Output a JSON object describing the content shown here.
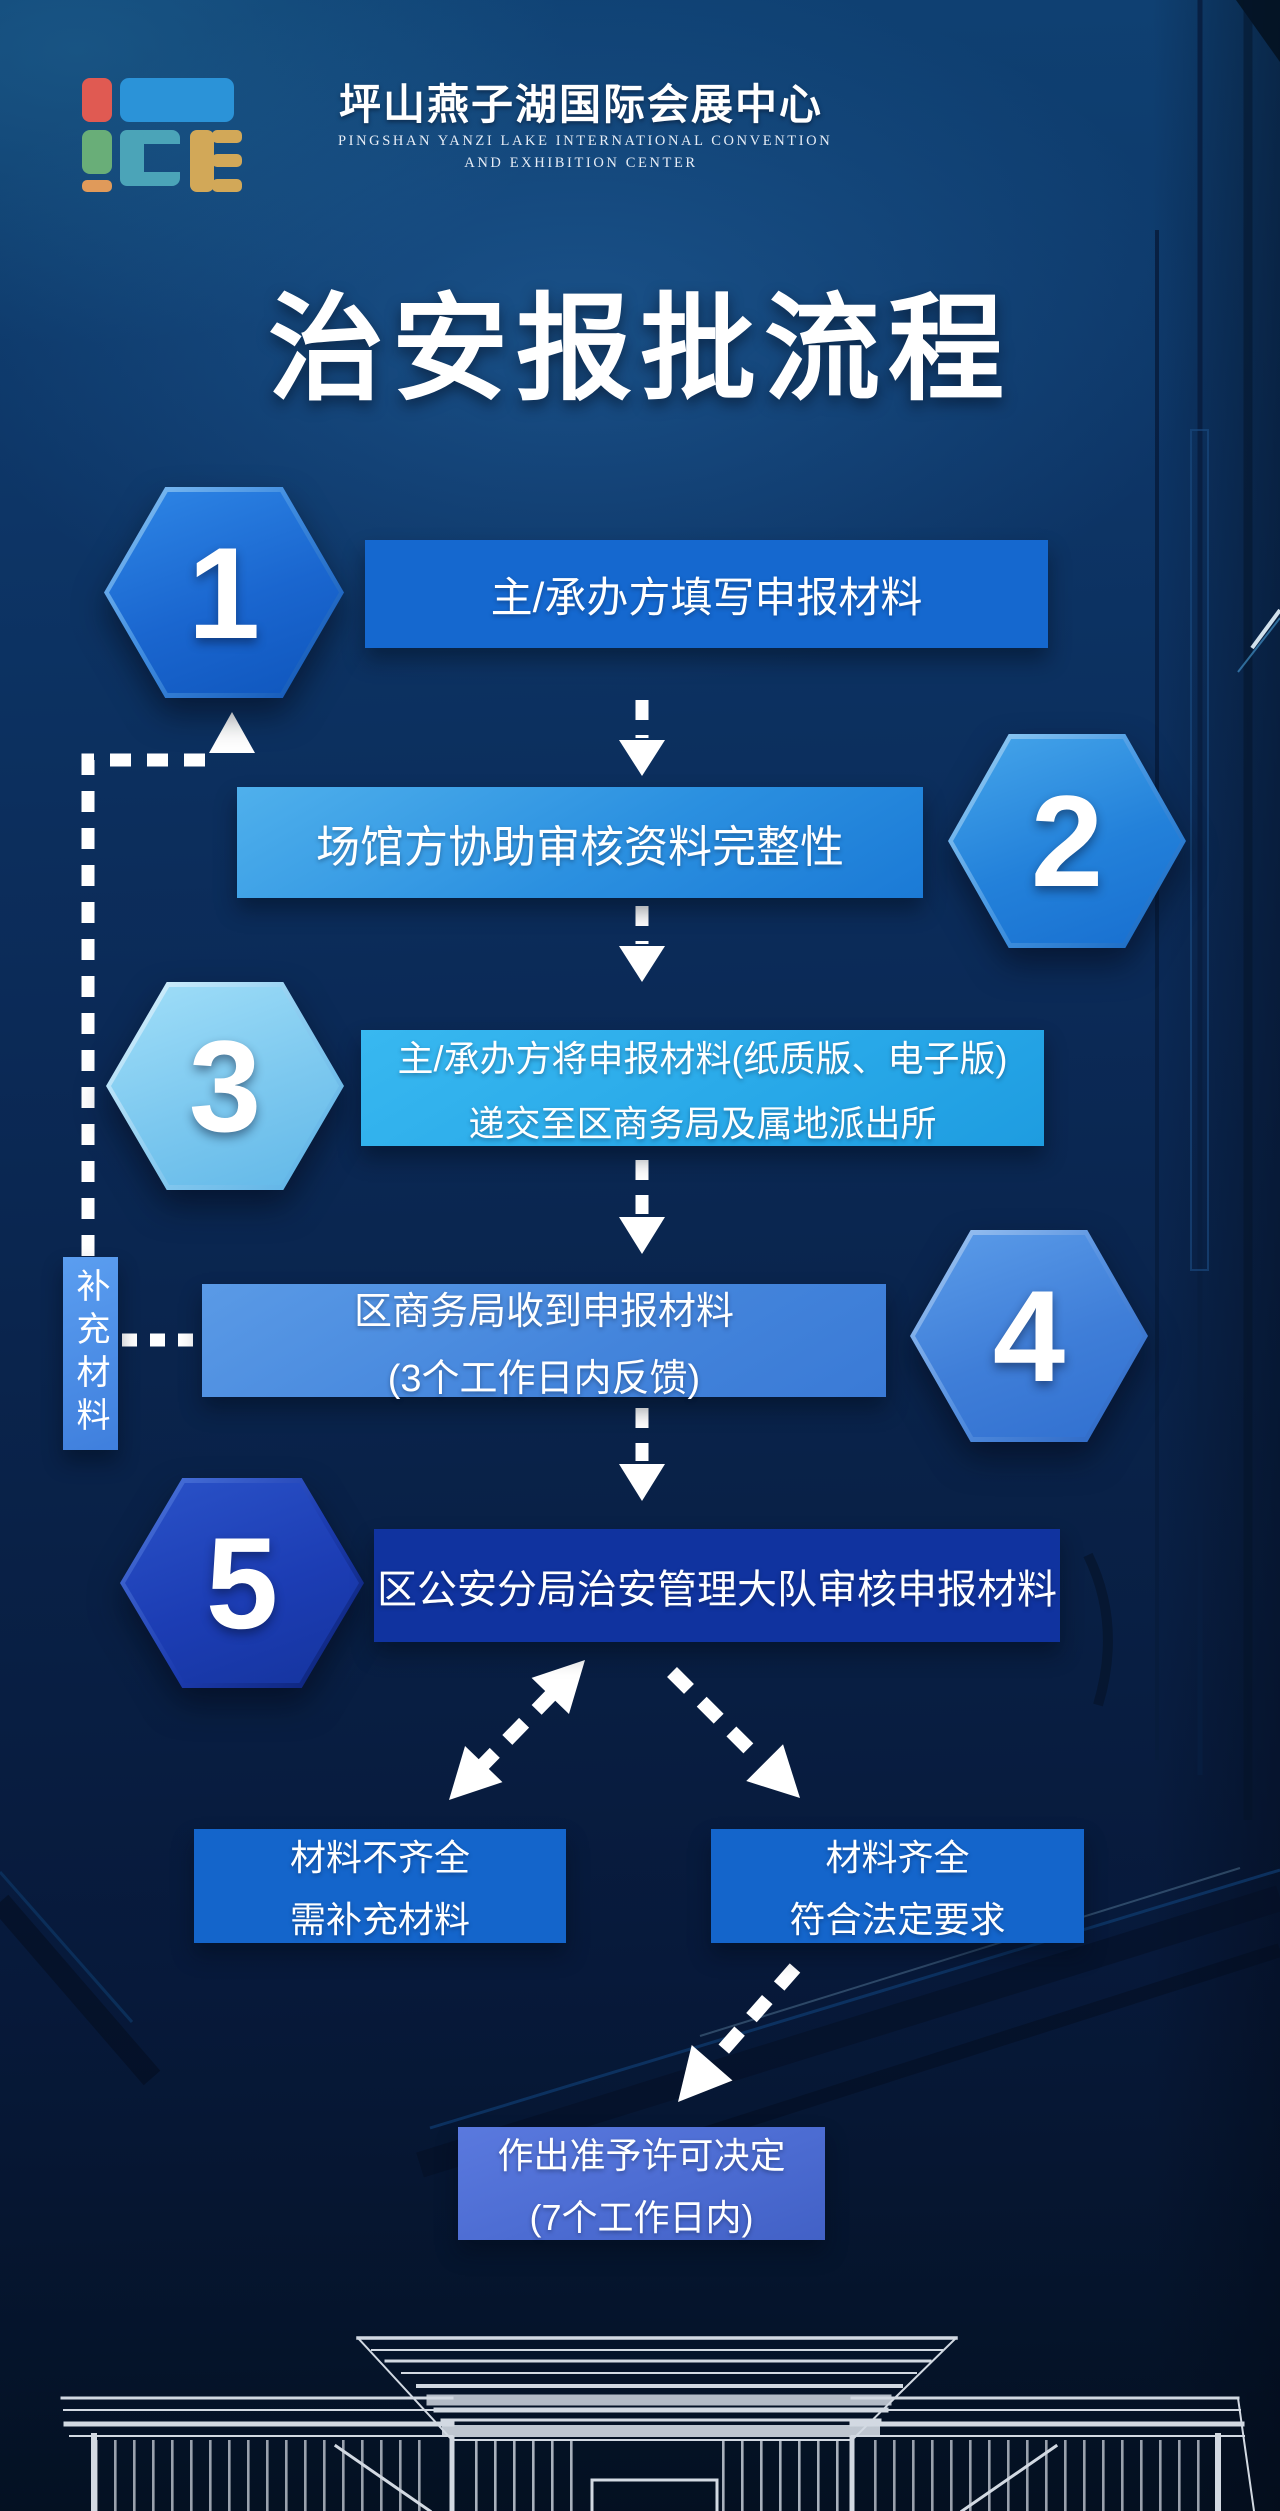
{
  "brand": {
    "name_zh": "坪山燕子湖国际会展中心",
    "name_en_line1": "PINGSHAN YANZI LAKE INTERNATIONAL CONVENTION",
    "name_en_line2": "AND EXHIBITION CENTER",
    "logo_block_colors": [
      "#e05a52",
      "#2b93d8",
      "#69ae78",
      "#4ba4b8",
      "#d2a858",
      "#e09a5a"
    ]
  },
  "title": "治安报批流程",
  "flow": {
    "steps": [
      {
        "num": "1",
        "lines": [
          "主/承办方填写申报材料"
        ]
      },
      {
        "num": "2",
        "lines": [
          "场馆方协助审核资料完整性"
        ]
      },
      {
        "num": "3",
        "lines": [
          "主/承办方将申报材料(纸质版、电子版)",
          "递交至区商务局及属地派出所"
        ]
      },
      {
        "num": "4",
        "lines": [
          "区商务局收到申报材料",
          "(3个工作日内反馈)"
        ]
      },
      {
        "num": "5",
        "lines": [
          "区公安分局治安管理大队审核申报材料"
        ]
      }
    ],
    "feedback_label": "补充材料",
    "outcome_left": {
      "lines": [
        "材料不齐全",
        "需补充材料"
      ]
    },
    "outcome_right": {
      "lines": [
        "材料齐全",
        "符合法定要求"
      ]
    },
    "final": {
      "lines": [
        "作出准予许可决定",
        "(7个工作日内)"
      ]
    }
  },
  "colors": {
    "background_top": "#0f4173",
    "background_bottom": "#041020",
    "box_step1": "#1568cf",
    "box_step2": "#2b90e0",
    "box_step3": "#28a8e8",
    "box_step4": "#4384db",
    "box_step5": "#10339f",
    "box_outcome": "#1465cb",
    "box_final": "#4c6cd2",
    "box_feedback": "#4a90e8",
    "hex_step3_light": "#9cdcf8",
    "hex_step5_dark": "#1c3db4",
    "arrow": "#ffffff",
    "line_art": "#e9eff7"
  }
}
